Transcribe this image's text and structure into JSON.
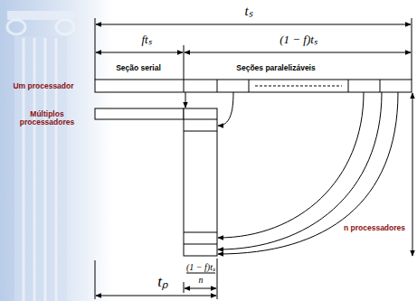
{
  "diagram": {
    "labels": [
      "tₛ",
      "ftₛ",
      "(1 − f)tₛ",
      "Seção serial",
      "Seções paralelizáveis",
      "Um processador",
      "Múltiplos processadores",
      "n processadores",
      "tₚ",
      "(1 − f)tₛ",
      "n"
    ]
  }
}
